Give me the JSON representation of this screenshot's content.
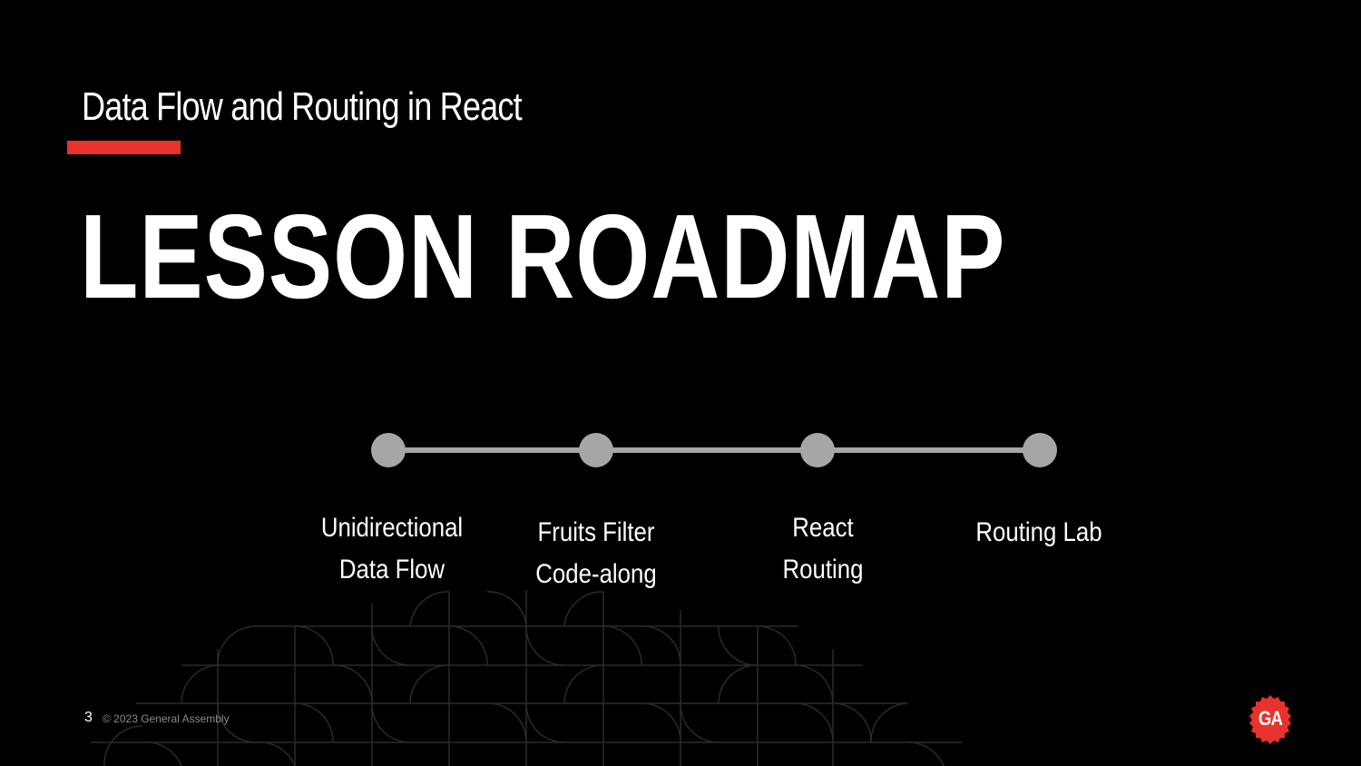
{
  "slide": {
    "subtitle": "Data Flow and Routing in React",
    "title": "LESSON ROADMAP",
    "accent_color": "#e8322c",
    "background_color": "#000000"
  },
  "roadmap": {
    "track_color": "#a6a6a6",
    "steps": [
      {
        "line1": "Unidirectional",
        "line2": "Data Flow"
      },
      {
        "line1": "Fruits Filter",
        "line2": "Code-along"
      },
      {
        "line1": "React",
        "line2": "Routing"
      },
      {
        "line1": "Routing Lab",
        "line2": ""
      }
    ]
  },
  "footer": {
    "page_number": "3",
    "copyright": "© 2023 General Assembly"
  },
  "logo": {
    "text": "GA",
    "icon": "general-assembly-logo-icon"
  }
}
